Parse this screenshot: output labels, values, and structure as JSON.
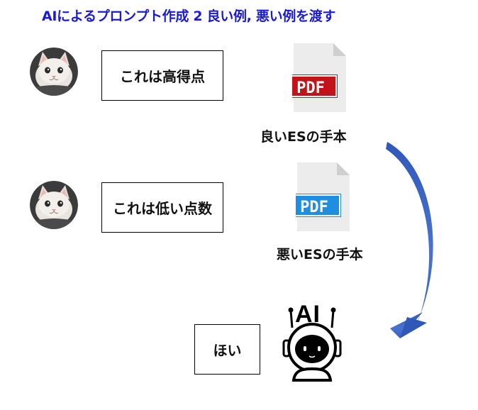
{
  "title": "AIによるプロンプト作成 2 良い例, 悪い例を渡す",
  "rows": [
    {
      "avatar": "cat-avatar",
      "message": "これは高得点",
      "pdf_label": "PDF",
      "pdf_color": "#c0141a",
      "caption": "良いESの手本"
    },
    {
      "avatar": "cat-avatar",
      "message": "これは低い点数",
      "pdf_label": "PDF",
      "pdf_color": "#1e8fe0",
      "caption": "悪いESの手本"
    }
  ],
  "ai": {
    "label": "AI",
    "reply": "ほい",
    "icon": "robot-astronaut-icon"
  },
  "arrow_color": "#3f66c2"
}
